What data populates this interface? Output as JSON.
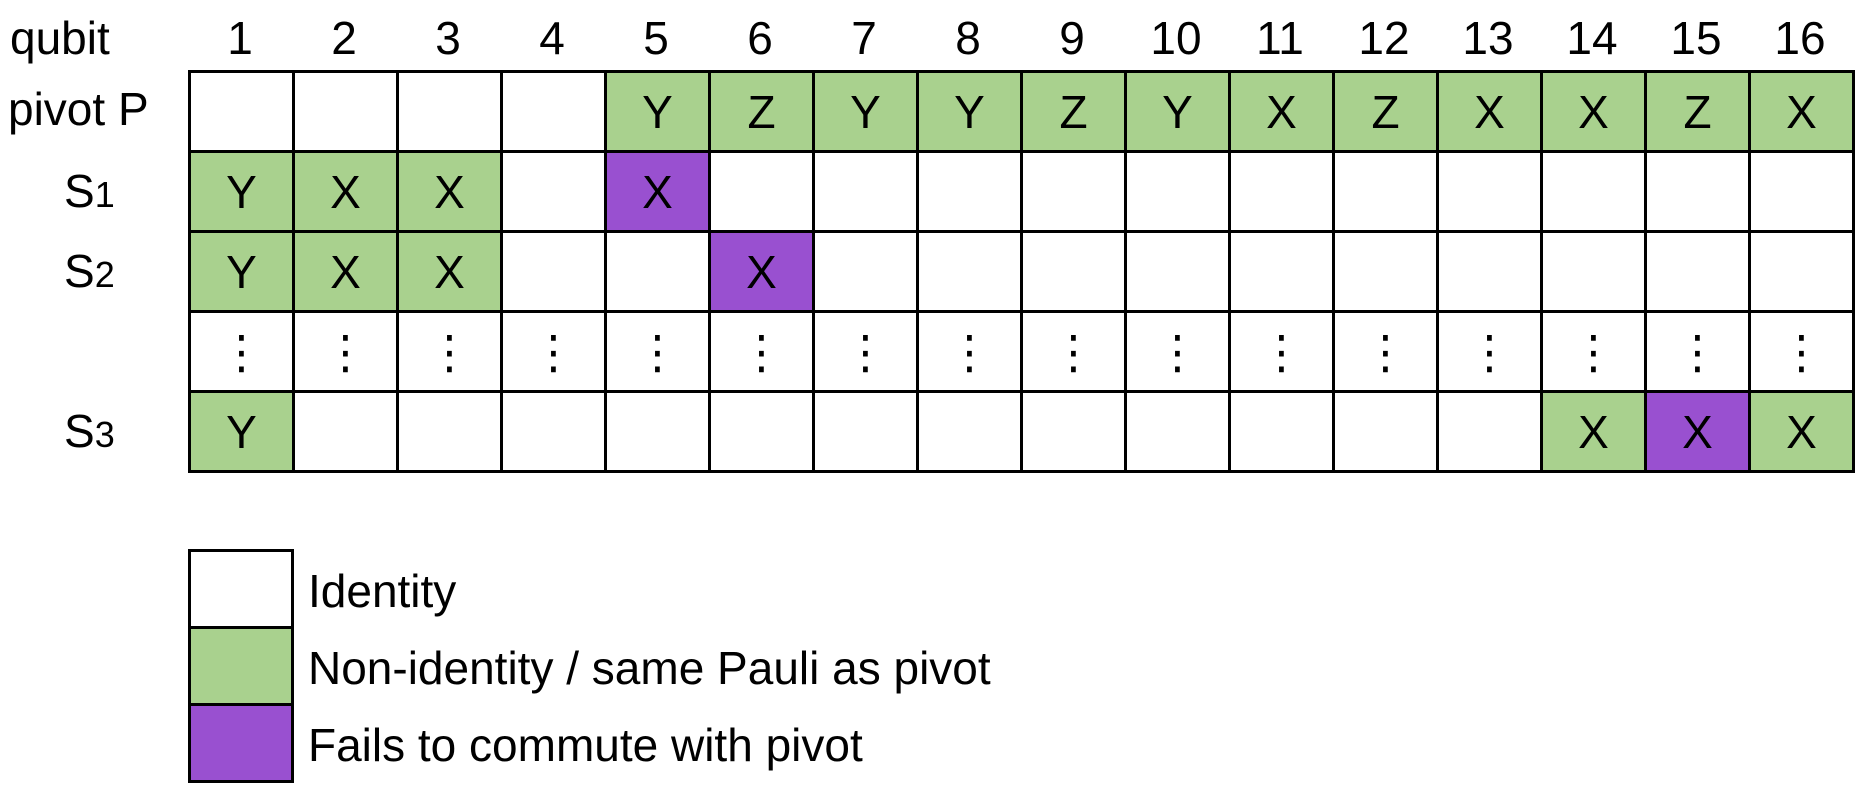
{
  "header": {
    "qubit_label": "qubit",
    "qubits": [
      "1",
      "2",
      "3",
      "4",
      "5",
      "6",
      "7",
      "8",
      "9",
      "10",
      "11",
      "12",
      "13",
      "14",
      "15",
      "16"
    ]
  },
  "rows": [
    {
      "label_main": "pivot P",
      "label_sub": "",
      "cells": [
        {
          "t": "",
          "c": "white"
        },
        {
          "t": "",
          "c": "white"
        },
        {
          "t": "",
          "c": "white"
        },
        {
          "t": "",
          "c": "white"
        },
        {
          "t": "Y",
          "c": "green"
        },
        {
          "t": "Z",
          "c": "green"
        },
        {
          "t": "Y",
          "c": "green"
        },
        {
          "t": "Y",
          "c": "green"
        },
        {
          "t": "Z",
          "c": "green"
        },
        {
          "t": "Y",
          "c": "green"
        },
        {
          "t": "X",
          "c": "green"
        },
        {
          "t": "Z",
          "c": "green"
        },
        {
          "t": "X",
          "c": "green"
        },
        {
          "t": "X",
          "c": "green"
        },
        {
          "t": "Z",
          "c": "green"
        },
        {
          "t": "X",
          "c": "green"
        }
      ]
    },
    {
      "label_main": "S",
      "label_sub": "1",
      "cells": [
        {
          "t": "Y",
          "c": "green"
        },
        {
          "t": "X",
          "c": "green"
        },
        {
          "t": "X",
          "c": "green"
        },
        {
          "t": "",
          "c": "white"
        },
        {
          "t": "X",
          "c": "purple"
        },
        {
          "t": "",
          "c": "white"
        },
        {
          "t": "",
          "c": "white"
        },
        {
          "t": "",
          "c": "white"
        },
        {
          "t": "",
          "c": "white"
        },
        {
          "t": "",
          "c": "white"
        },
        {
          "t": "",
          "c": "white"
        },
        {
          "t": "",
          "c": "white"
        },
        {
          "t": "",
          "c": "white"
        },
        {
          "t": "",
          "c": "white"
        },
        {
          "t": "",
          "c": "white"
        },
        {
          "t": "",
          "c": "white"
        }
      ]
    },
    {
      "label_main": "S",
      "label_sub": "2",
      "cells": [
        {
          "t": "Y",
          "c": "green"
        },
        {
          "t": "X",
          "c": "green"
        },
        {
          "t": "X",
          "c": "green"
        },
        {
          "t": "",
          "c": "white"
        },
        {
          "t": "",
          "c": "white"
        },
        {
          "t": "X",
          "c": "purple"
        },
        {
          "t": "",
          "c": "white"
        },
        {
          "t": "",
          "c": "white"
        },
        {
          "t": "",
          "c": "white"
        },
        {
          "t": "",
          "c": "white"
        },
        {
          "t": "",
          "c": "white"
        },
        {
          "t": "",
          "c": "white"
        },
        {
          "t": "",
          "c": "white"
        },
        {
          "t": "",
          "c": "white"
        },
        {
          "t": "",
          "c": "white"
        },
        {
          "t": "",
          "c": "white"
        }
      ]
    },
    {
      "label_main": "",
      "label_sub": "",
      "dots": "⋮",
      "cells": [
        {
          "t": "⋮",
          "c": "white"
        },
        {
          "t": "⋮",
          "c": "white"
        },
        {
          "t": "⋮",
          "c": "white"
        },
        {
          "t": "⋮",
          "c": "white"
        },
        {
          "t": "⋮",
          "c": "white"
        },
        {
          "t": "⋮",
          "c": "white"
        },
        {
          "t": "⋮",
          "c": "white"
        },
        {
          "t": "⋮",
          "c": "white"
        },
        {
          "t": "⋮",
          "c": "white"
        },
        {
          "t": "⋮",
          "c": "white"
        },
        {
          "t": "⋮",
          "c": "white"
        },
        {
          "t": "⋮",
          "c": "white"
        },
        {
          "t": "⋮",
          "c": "white"
        },
        {
          "t": "⋮",
          "c": "white"
        },
        {
          "t": "⋮",
          "c": "white"
        },
        {
          "t": "⋮",
          "c": "white"
        }
      ]
    },
    {
      "label_main": "S",
      "label_sub": "3",
      "cells": [
        {
          "t": "Y",
          "c": "green"
        },
        {
          "t": "",
          "c": "white"
        },
        {
          "t": "",
          "c": "white"
        },
        {
          "t": "",
          "c": "white"
        },
        {
          "t": "",
          "c": "white"
        },
        {
          "t": "",
          "c": "white"
        },
        {
          "t": "",
          "c": "white"
        },
        {
          "t": "",
          "c": "white"
        },
        {
          "t": "",
          "c": "white"
        },
        {
          "t": "",
          "c": "white"
        },
        {
          "t": "",
          "c": "white"
        },
        {
          "t": "",
          "c": "white"
        },
        {
          "t": "",
          "c": "white"
        },
        {
          "t": "X",
          "c": "green"
        },
        {
          "t": "X",
          "c": "purple"
        },
        {
          "t": "X",
          "c": "green"
        }
      ]
    }
  ],
  "colors": {
    "white": "#ffffff",
    "green": "#a9d18e",
    "purple": "#9950d0"
  },
  "legend": [
    {
      "color": "white",
      "label": "Identity"
    },
    {
      "color": "green",
      "label": "Non-identity / same Pauli as pivot"
    },
    {
      "color": "purple",
      "label": "Fails to commute with pivot"
    }
  ]
}
